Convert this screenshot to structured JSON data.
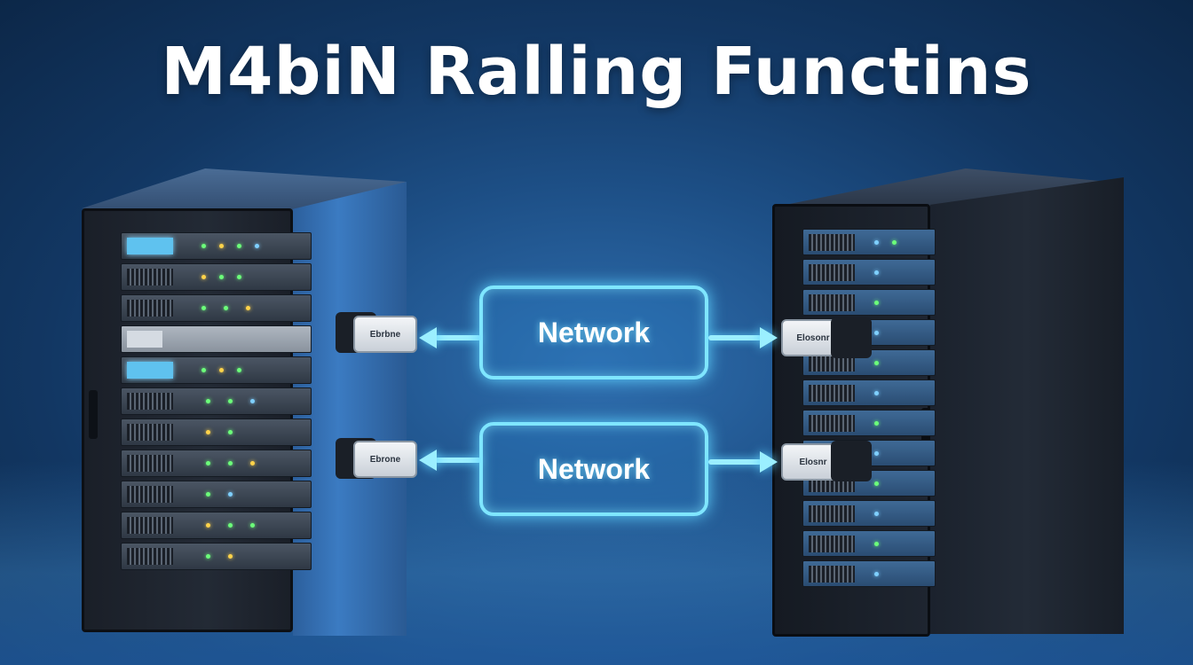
{
  "title": "M4biN Ralling Functins",
  "connections": [
    {
      "label": "Network",
      "left_plug": "Ebrbne",
      "right_plug": "Elosonr"
    },
    {
      "label": "Network",
      "left_plug": "Ebrone",
      "right_plug": "Elosnr"
    }
  ],
  "colors": {
    "background": "#1d4f86",
    "glow": "#7fe6ff",
    "title": "#ffffff"
  }
}
